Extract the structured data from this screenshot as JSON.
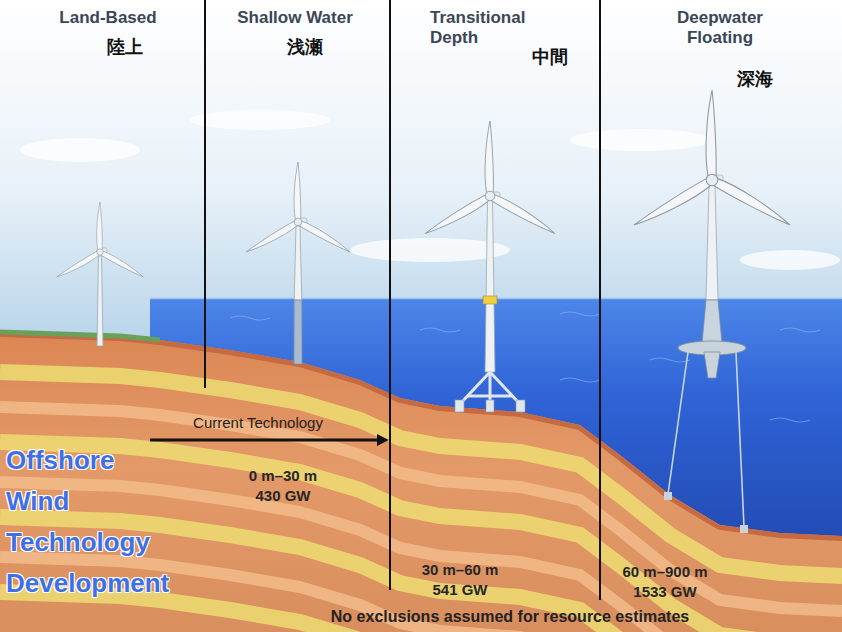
{
  "diagram": {
    "title": "Offshore Wind Technology Development",
    "caption": "No exclusions assumed for resource estimates",
    "nodes": [
      {
        "text": [
          "Land-Based",
          "陸上"
        ]
      },
      {
        "text": [
          "Shallow Water",
          "浅瀬",
          "0 m–30 m",
          "430 GW"
        ]
      },
      {
        "text": [
          "Transitional Depth",
          "中間",
          "30 m–60 m",
          "541 GW"
        ]
      },
      {
        "text": [
          "Deepwater Floating",
          "深海",
          "60 m–900 m",
          "1533 GW"
        ]
      }
    ],
    "labels": [
      "Current Technology"
    ]
  }
}
